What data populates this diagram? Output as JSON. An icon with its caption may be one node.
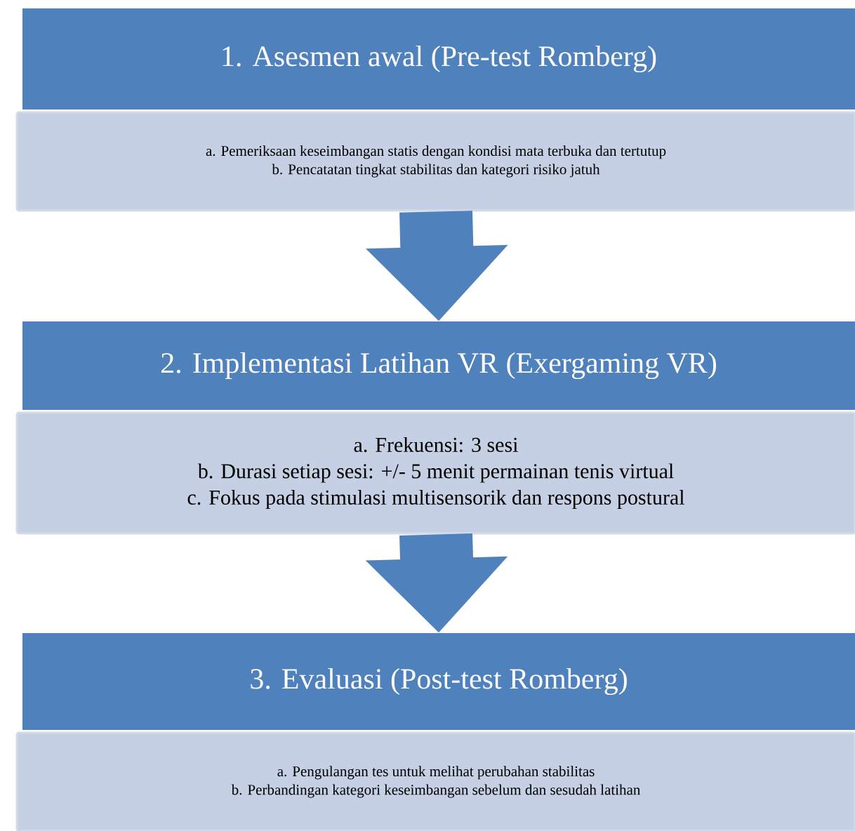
{
  "diagram": {
    "nodes": [
      {
        "text": [
          "1. Asesmen awal (Pre-test Romberg)"
        ]
      },
      {
        "text": [
          "a. Pemeriksaan keseimbangan statis dengan kondisi mata terbuka dan tertutup",
          "b. Pencatatan tingkat stabilitas dan kategori risiko jatuh"
        ]
      },
      {
        "text": [
          "2. Implementasi Latihan VR (Exergaming VR)"
        ]
      },
      {
        "text": [
          "a. Frekuensi: 3 sesi",
          "b. Durasi setiap sesi: +/- 5 menit permainan tenis virtual",
          "c. Fokus pada stimulasi multisensorik dan respons postural"
        ]
      },
      {
        "text": [
          "3. Evaluasi (Post-test Romberg)"
        ]
      },
      {
        "text": [
          "a. Pengulangan tes untuk melihat perubahan stabilitas",
          "b. Perbandingan kategori keseimbangan sebelum dan sesudah latihan"
        ]
      }
    ],
    "edges": [
      {
        "from": 1,
        "to": 2,
        "arrow": "to"
      },
      {
        "from": 3,
        "to": 4,
        "arrow": "to"
      }
    ]
  }
}
